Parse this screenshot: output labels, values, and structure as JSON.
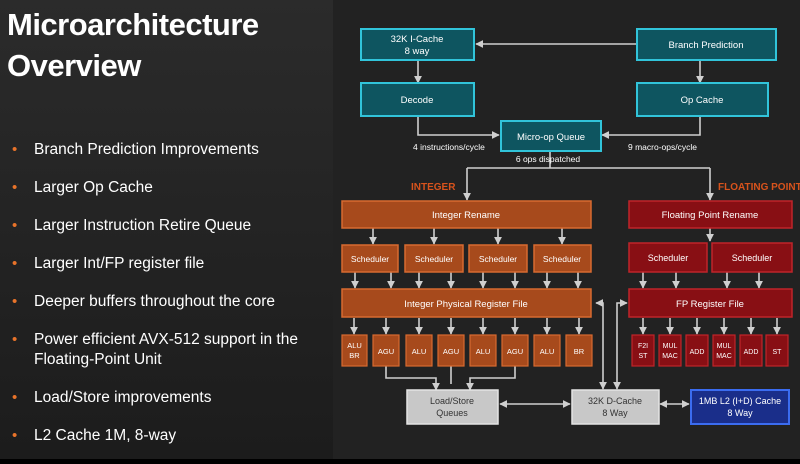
{
  "slide": {
    "title_lines": [
      "Microarchitecture",
      "Overview"
    ],
    "bullets": [
      "Branch Prediction Improvements",
      "Larger Op Cache",
      "Larger Instruction Retire Queue",
      "Larger Int/FP register file",
      "Deeper buffers throughout the core",
      "Power efficient AVX-512 support in the Floating-Point Unit",
      "Load/Store improvements",
      "L2 Cache 1M, 8-way"
    ],
    "bullet_color": "#e8732a"
  },
  "diagram": {
    "colors": {
      "teal_fill": "#0e5560",
      "teal_border": "#31c4da",
      "integer_fill": "#a74a1c",
      "integer_label": "#d8531c",
      "fp_fill": "#880f14",
      "fp_label": "#d8531c",
      "gray_fill": "#c8c8c8",
      "l2_fill": "#1a2e8a",
      "l2_border": "#3b6cf0",
      "line": "#cfcfcf"
    },
    "frontend": {
      "icache": [
        "32K I-Cache",
        "8 way"
      ],
      "branch_prediction": "Branch Prediction",
      "decode": "Decode",
      "op_cache": "Op Cache",
      "micro_op_queue": "Micro-op Queue",
      "decode_rate": "4 instructions/cycle",
      "opcache_rate": "9 macro-ops/cycle",
      "dispatch_rate": "6 ops dispatched"
    },
    "integer": {
      "section_label": "INTEGER",
      "rename": "Integer Rename",
      "schedulers": [
        "Scheduler",
        "Scheduler",
        "Scheduler",
        "Scheduler"
      ],
      "register_file": "Integer Physical Register File",
      "units": [
        [
          "ALU",
          "BR"
        ],
        [
          "AGU"
        ],
        [
          "ALU"
        ],
        [
          "AGU"
        ],
        [
          "ALU"
        ],
        [
          "AGU"
        ],
        [
          "ALU"
        ],
        [
          "BR"
        ]
      ]
    },
    "fp": {
      "section_label": "FLOATING POINT",
      "rename": "Floating Point Rename",
      "schedulers": [
        "Scheduler",
        "Scheduler"
      ],
      "register_file": "FP Register File",
      "units": [
        [
          "F2I",
          "ST"
        ],
        [
          "MUL",
          "MAC"
        ],
        [
          "ADD"
        ],
        [
          "MUL",
          "MAC"
        ],
        [
          "ADD"
        ],
        [
          "ST"
        ]
      ]
    },
    "memory": {
      "load_store": [
        "Load/Store",
        "Queues"
      ],
      "dcache": [
        "32K D-Cache",
        "8 Way"
      ],
      "l2": [
        "1MB L2 (I+D) Cache",
        "8 Way"
      ]
    }
  }
}
